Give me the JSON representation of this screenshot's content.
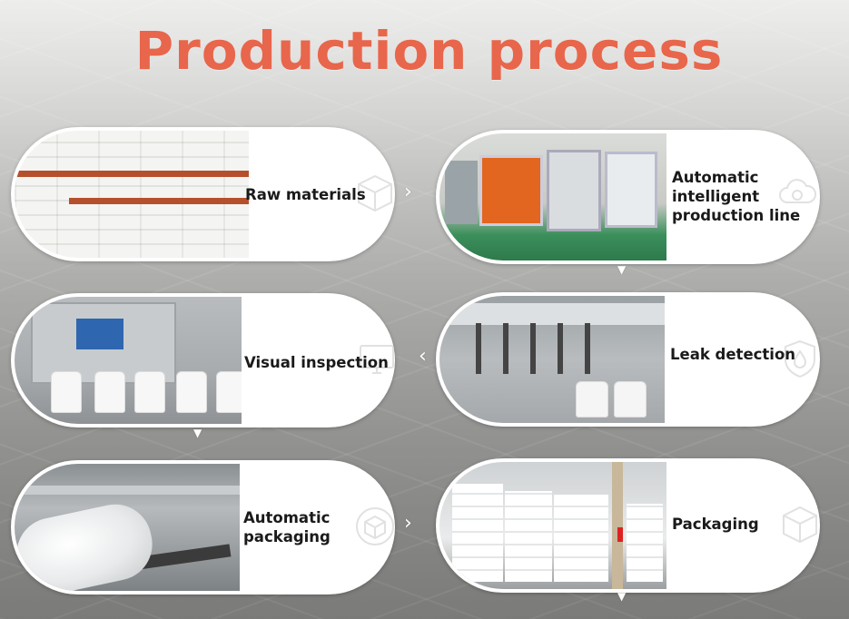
{
  "title": "Production process",
  "steps": [
    {
      "label": "Raw materials",
      "icon": "box-icon"
    },
    {
      "label": "Automatic\nintelligent\nproduction line",
      "icon": "cloud-gear-icon"
    },
    {
      "label": "Visual inspection",
      "icon": "monitor-icon"
    },
    {
      "label": "Leak detection",
      "icon": "shield-drop-icon"
    },
    {
      "label": "Automatic\npackaging",
      "icon": "package-icon"
    },
    {
      "label": "Packaging",
      "icon": "box-icon"
    }
  ],
  "arrows": {
    "right": "›",
    "left": "‹",
    "down": "▼"
  },
  "colors": {
    "title": "#e8664b",
    "card": "#ffffff",
    "arrow": "#ffffff"
  }
}
